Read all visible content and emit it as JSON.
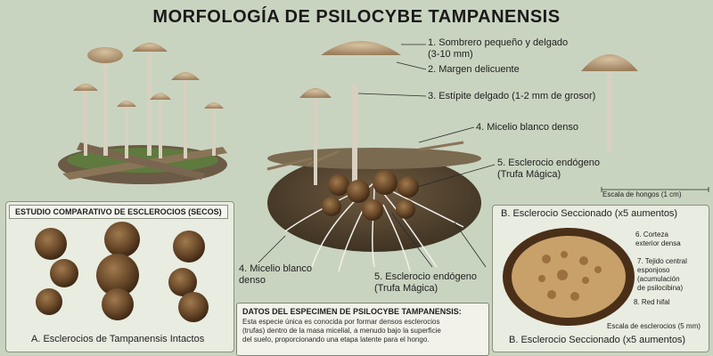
{
  "title": "MORFOLOGÍA DE PSILOCYBE TAMPANENSIS",
  "labels": {
    "l1": "1. Sombrero pequeño y delgado\n(3-10 mm)",
    "l2": "2. Margen delicuente",
    "l3": "3. Estípite delgado (1-2 mm de grosor)",
    "l4": "4. Micelio blanco denso",
    "l5": "5. Esclerocio endógeno\n(Trufa Mágica)",
    "l4b": "4. Micelio blanco\ndenso",
    "l5b": "5. Esclerocio endógeno\n(Trufa Mágica)",
    "scale_mushroom": "Escala de hongos (1 cm)",
    "scale_sclerotia": "Escala de esclerocios (5 mm)"
  },
  "comparative": {
    "title": "ESTUDIO COMPARATIVO DE ESCLEROCIOS (SECOS)",
    "caption": "A. Esclerocios de Tampanensis Intactos"
  },
  "section": {
    "title": "B. Esclerocio Seccionado (x5 aumentos)",
    "caption": "B. Esclerocio Seccionado (x5 aumentos)",
    "l6": "6. Corteza\nexterior densa",
    "l7": "7. Tejido central\nesponjoso\n(acumulación\nde psilocibina)",
    "l8": "8. Red hifal"
  },
  "info": {
    "title": "DATOS DEL ESPECIMEN DE PSILOCYBE TAMPANENSIS:",
    "body": "Esta especie única es conocida por formar densos esclerocios\n(trufas) dentro de la masa micelial, a menudo bajo la superficie\ndel suelo, proporcionando una etapa latente para el hongo."
  },
  "colors": {
    "background": "#c9d4c0",
    "cap": "#b59a78",
    "stem": "#d8d0c0",
    "sclerotium": "#6b4a2a",
    "mycelium": "#f2f0ea",
    "soil": "#5a4a36"
  }
}
